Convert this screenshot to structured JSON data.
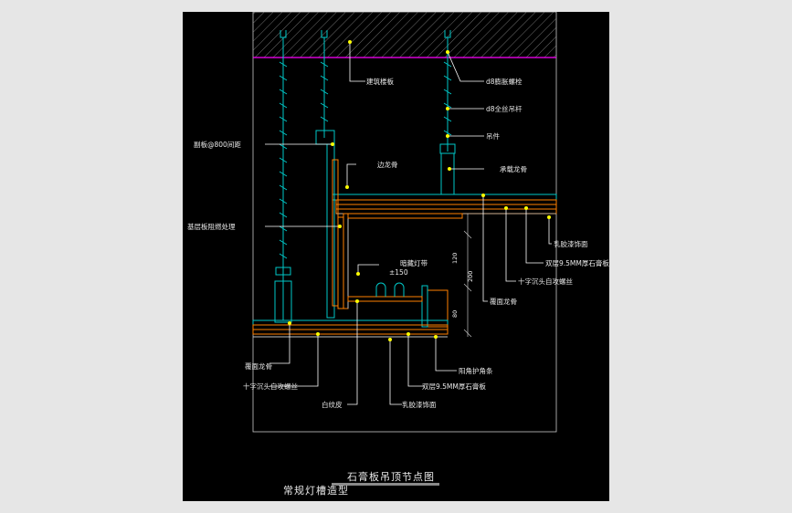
{
  "drawing": {
    "labels": {
      "slab": "建筑楼板",
      "d8_anchor": "d8膨胀螺栓",
      "d8_rod": "d8全丝吊杆",
      "hanger": "吊件",
      "spacing": "副板@800间距",
      "edge_keel": "边龙骨",
      "main_keel": "承载龙骨",
      "fireproof": "基层板阻燃处理",
      "paint_top": "乳胶漆饰面",
      "double_board_top": "双层9.5MM厚石膏板",
      "screw_top": "十字沉头自攻螺丝",
      "cover_keel_top": "覆面龙骨",
      "light_strip": "暗藏灯带",
      "light_dim": "±150",
      "cover_keel_bottom": "覆面龙骨",
      "screw_bottom": "十字沉头自攻螺丝",
      "sealant": "白纹皮",
      "corner_bead": "阳角护角条",
      "double_board_bottom": "双层9.5MM厚石膏板",
      "paint_bottom": "乳胶漆饰面"
    },
    "dims": {
      "d1": "120",
      "d2": "200",
      "d3": "80"
    },
    "title": "石膏板吊顶节点图",
    "subtitle": "常规灯槽造型",
    "colors": {
      "background": "#000000",
      "frame": "#c8c8c8",
      "leader": "#ffffff",
      "dot": "#ffff00",
      "metal": "#00c8c8",
      "board": "#ff8000",
      "slab_line": "#ff00ff",
      "hatch": "#9a9a9a"
    }
  }
}
